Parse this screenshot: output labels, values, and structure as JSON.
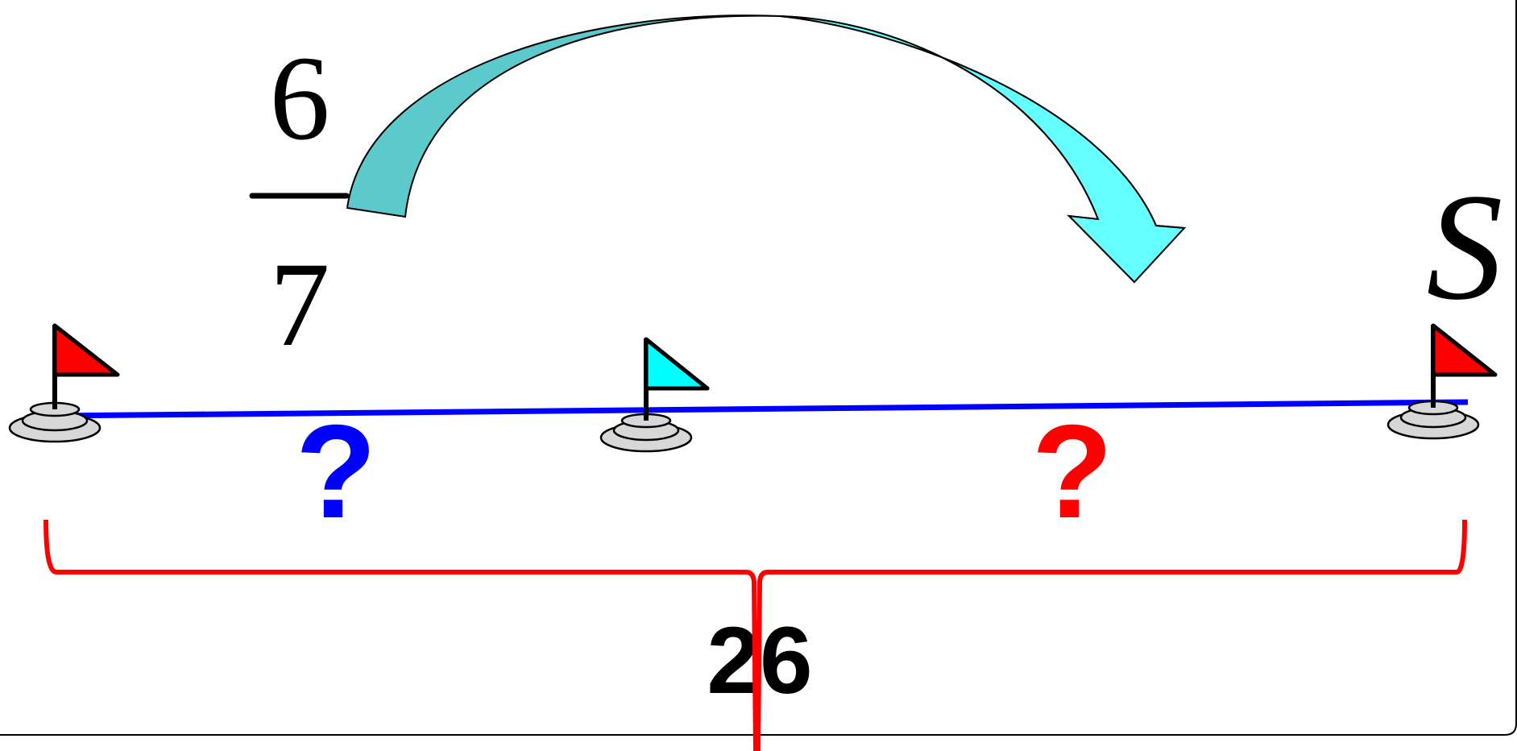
{
  "fraction": {
    "numerator": "6",
    "denominator": "7"
  },
  "end_point_label": "S",
  "segment_labels": {
    "left": "?",
    "right": "?"
  },
  "total_label": "26",
  "colors": {
    "route_line": "#0000ff",
    "brace": "#ff0000",
    "left_question": "#0000ff",
    "right_question": "#ff0000",
    "start_flag": "#ff0000",
    "middle_flag": "#00ffff",
    "end_flag": "#ff0000",
    "arrow_dark": "#4fc7c7",
    "arrow_light": "#66ffff"
  },
  "icons": {
    "start_flag": "red-flag-icon",
    "middle_flag": "cyan-flag-icon",
    "end_flag": "red-flag-icon",
    "arrow": "curved-arrow-icon"
  }
}
